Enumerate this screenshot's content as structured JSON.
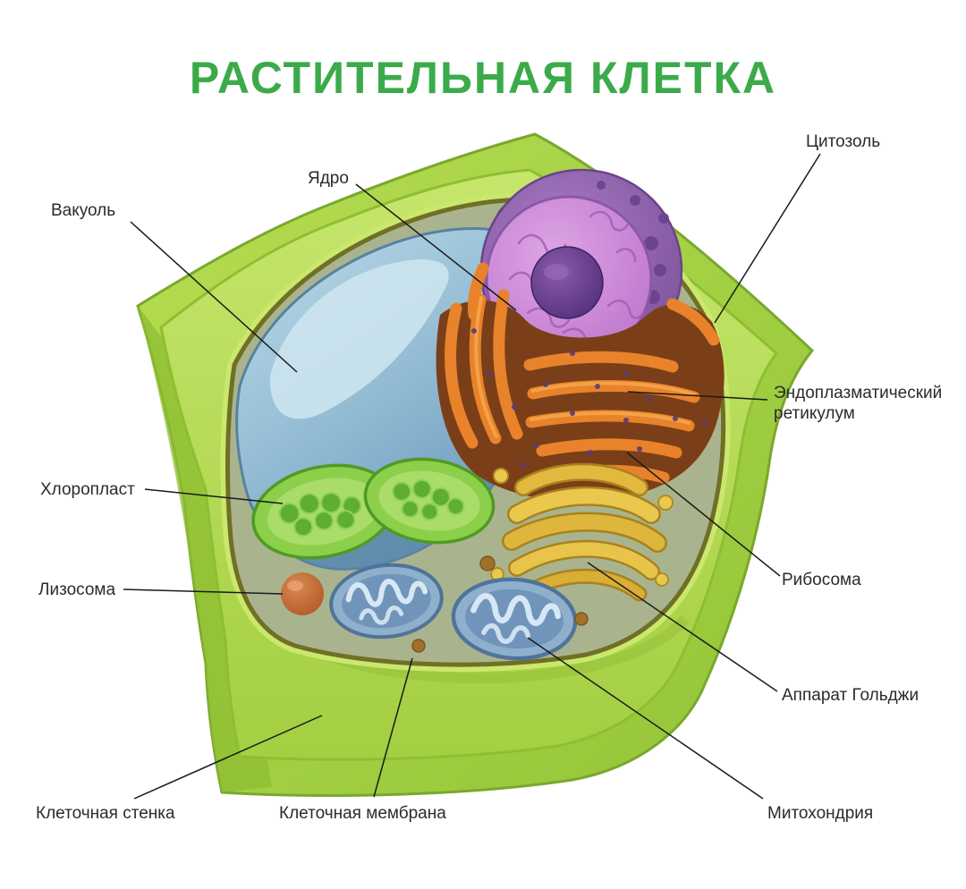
{
  "title": "РАСТИТЕЛЬНАЯ КЛЕТКА",
  "labels": {
    "vacuole": "Вакуоль",
    "nucleus": "Ядро",
    "cytosol": "Цитозоль",
    "endoplasmic_reticulum": "Эндоплазматический ретикулум",
    "chloroplast": "Хлоропласт",
    "lysosome": "Лизосома",
    "ribosome": "Рибосома",
    "golgi_apparatus": "Аппарат Гольджи",
    "cell_wall": "Клеточная стенка",
    "cell_membrane": "Клеточная мембрана",
    "mitochondria": "Митохондрия"
  },
  "colors": {
    "title_green": "#3bab4a",
    "cell_wall_green": "#a6d441",
    "cell_cut_green": "#b7dd58",
    "cytoplasm_olive": "#a9b48e",
    "membrane_olive": "#6f7026",
    "vacuole_blue": "#9dc3d8",
    "nucleus_violet": "#9a6cb8",
    "nucleolus_purple": "#4f2d78",
    "er_orange": "#e8832b",
    "er_brown": "#7a3f18",
    "golgi_yellow": "#e8c44a",
    "chloroplast_green": "#6cbf3a",
    "mitochondria_blue": "#8fb0cc",
    "lysosome_orange": "#c2653a",
    "label_text": "#2b2b2b"
  }
}
